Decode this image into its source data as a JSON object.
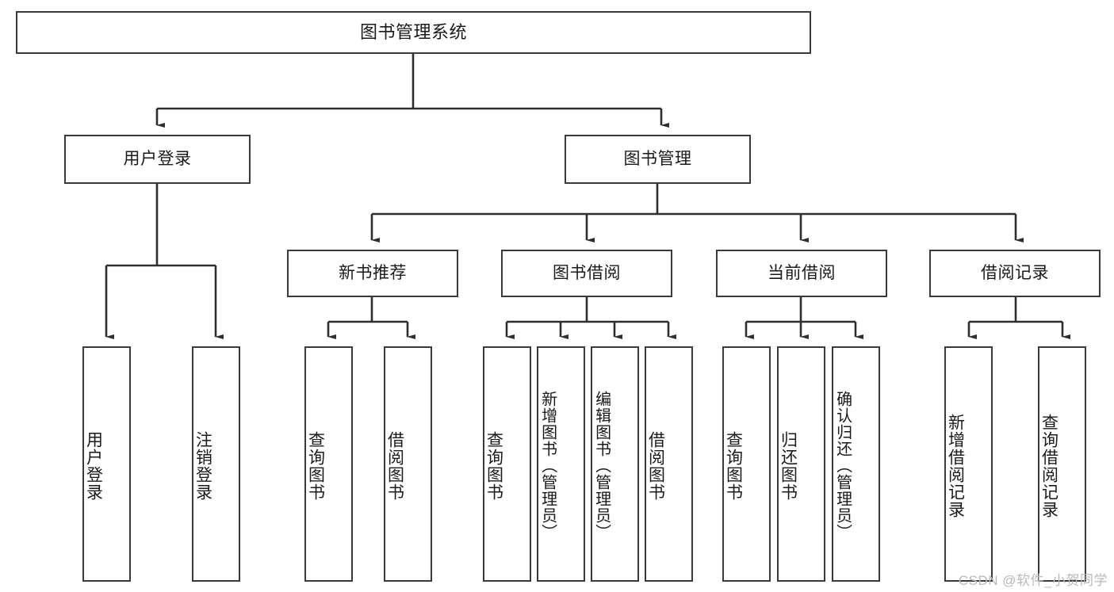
{
  "diagram": {
    "type": "tree",
    "title": "图书管理系统",
    "root": {
      "label": "图书管理系统"
    },
    "level2": [
      {
        "label": "用户登录"
      },
      {
        "label": "图书管理"
      }
    ],
    "level3": [
      {
        "label": "新书推荐"
      },
      {
        "label": "图书借阅"
      },
      {
        "label": "当前借阅"
      },
      {
        "label": "借阅记录"
      }
    ],
    "leaves": {
      "user_login": [
        {
          "label": "用户登录"
        },
        {
          "label": "注销登录"
        }
      ],
      "new_book_recommend": [
        {
          "label": "查询图书"
        },
        {
          "label": "借阅图书"
        }
      ],
      "book_borrow": [
        {
          "label": "查询图书"
        },
        {
          "label": "新增图书（管理员）"
        },
        {
          "label": "编辑图书（管理员）"
        },
        {
          "label": "借阅图书"
        }
      ],
      "current_borrow": [
        {
          "label": "查询图书"
        },
        {
          "label": "归还图书"
        },
        {
          "label": "确认归还（管理员）"
        }
      ],
      "borrow_record": [
        {
          "label": "新增借阅记录"
        },
        {
          "label": "查询借阅记录"
        }
      ]
    }
  },
  "watermark": {
    "text": "CSDN @软件_小贺同学"
  },
  "colors": {
    "box_border": "#3a3a3a",
    "line": "#2e2e2e",
    "text": "#1a1a1a",
    "background": "#ffffff",
    "watermark": "#b9b9b9"
  }
}
